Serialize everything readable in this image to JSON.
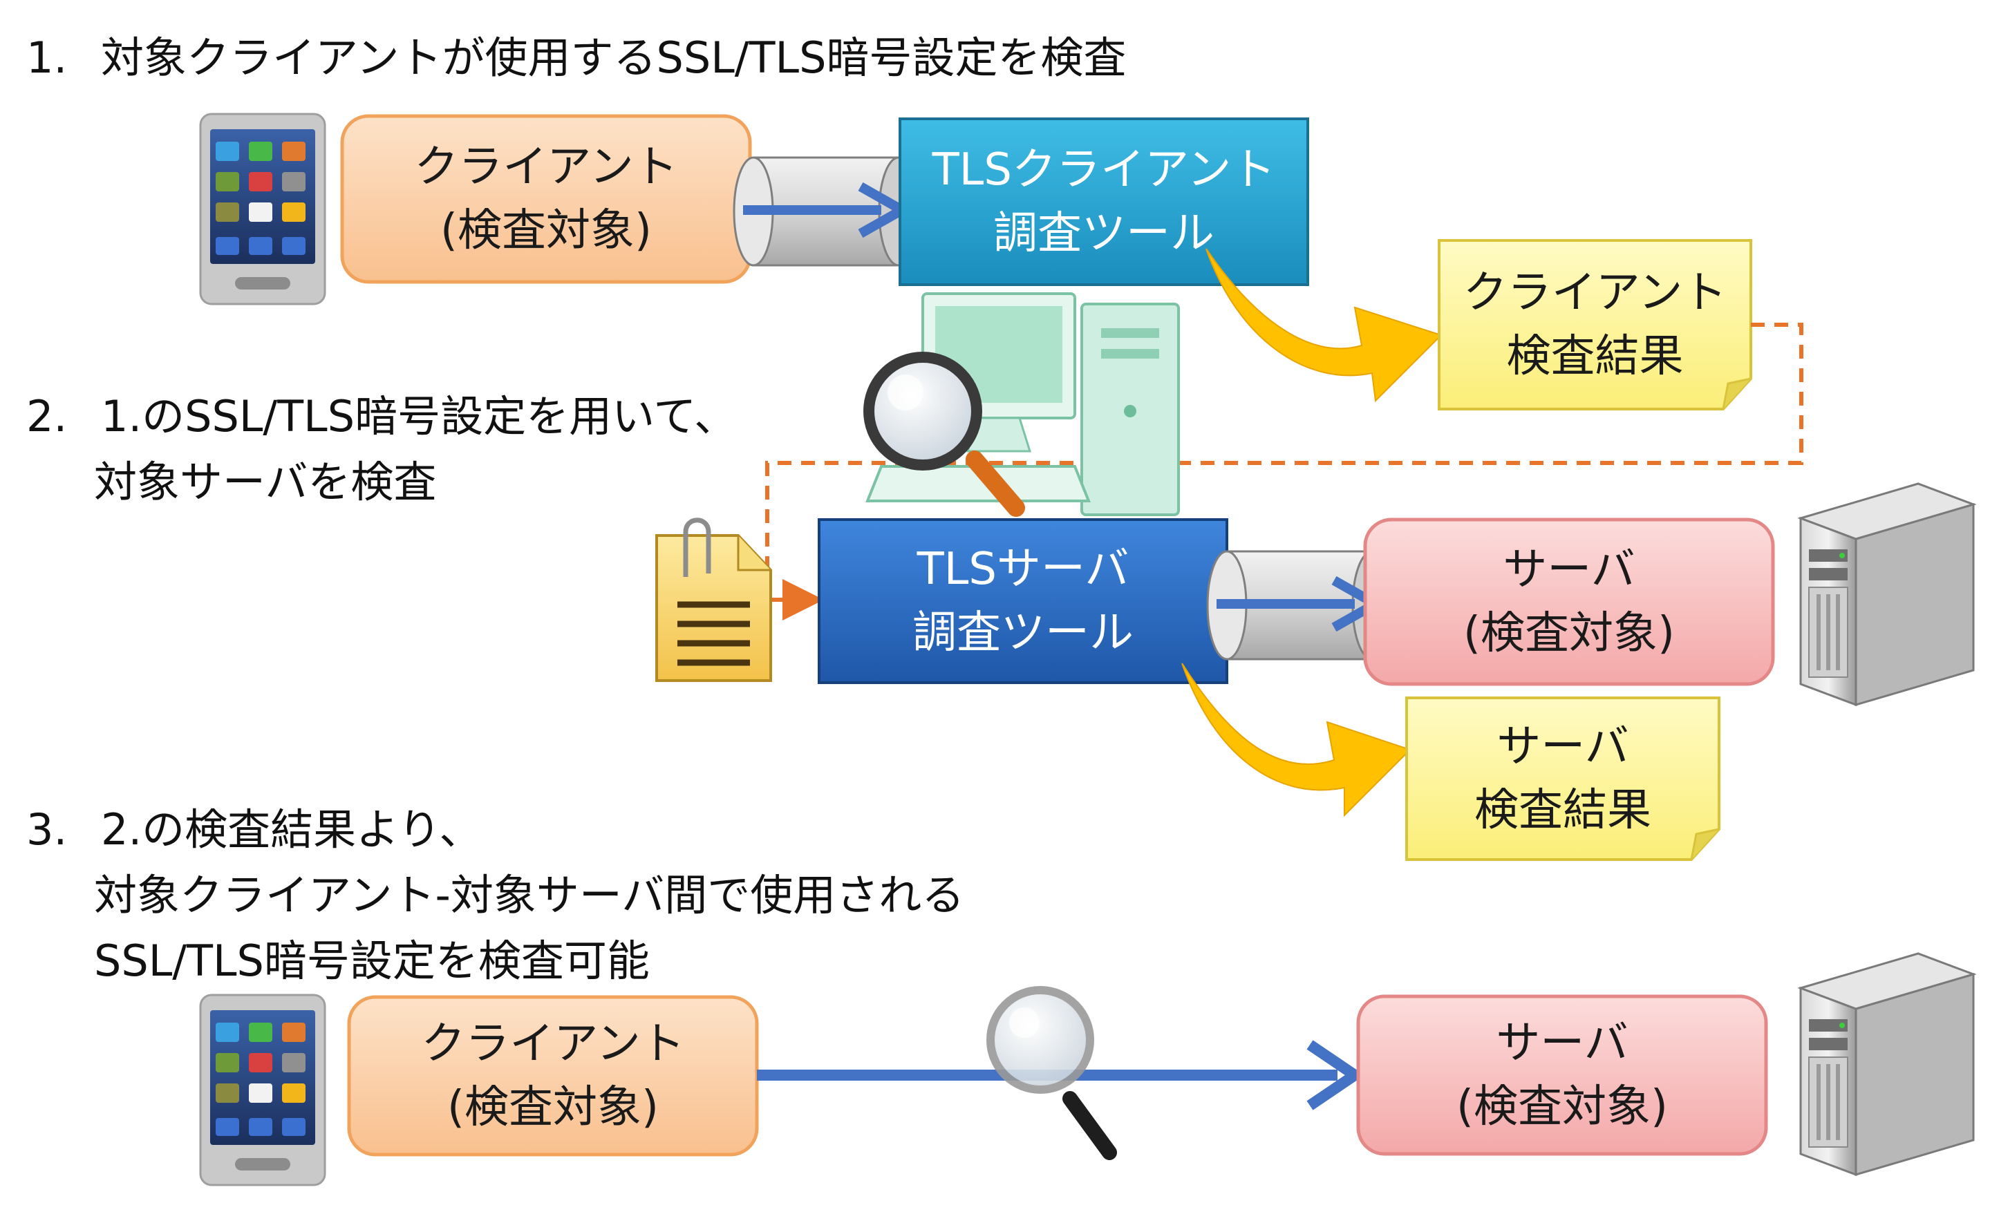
{
  "steps": [
    {
      "number": "1.",
      "lines": [
        "対象クライアントが使用するSSL/TLS暗号設定を検査"
      ]
    },
    {
      "number": "2.",
      "lines": [
        "1.のSSL/TLS暗号設定を用いて、",
        "対象サーバを検査"
      ]
    },
    {
      "number": "3.",
      "lines": [
        "2.の検査結果より、",
        "対象クライアント-対象サーバ間で使用される",
        "SSL/TLS暗号設定を検査可能"
      ]
    }
  ],
  "boxes": {
    "client_1": {
      "line1": "クライアント",
      "line2": "(検査対象)"
    },
    "tls_client_tool": {
      "line1": "TLSクライアント",
      "line2": "調査ツール"
    },
    "client_result": {
      "line1": "クライアント",
      "line2": "検査結果"
    },
    "tls_server_tool": {
      "line1": "TLSサーバ",
      "line2": "調査ツール"
    },
    "server_2": {
      "line1": "サーバ",
      "line2": "(検査対象)"
    },
    "server_result": {
      "line1": "サーバ",
      "line2": "検査結果"
    },
    "client_3": {
      "line1": "クライアント",
      "line2": "(検査対象)"
    },
    "server_3": {
      "line1": "サーバ",
      "line2": "(検査対象)"
    }
  },
  "icons": [
    "smartphone-icon",
    "desktop-computer-icon",
    "magnifier-icon",
    "document-clip-icon",
    "server-tower-icon",
    "pipe-connector-icon"
  ],
  "colors": {
    "client_box": "#fbd0aa",
    "client_border": "#f2a35b",
    "tls_client_tool": "#2aa3cf",
    "tls_server_tool": "#2c6bc4",
    "server_box": "#f8c0c0",
    "server_border": "#e48787",
    "result_note": "#fdf59b",
    "callout_arrow": "#ffc000",
    "dashed_line": "#e8742a",
    "flow_arrow": "#4472c4"
  }
}
